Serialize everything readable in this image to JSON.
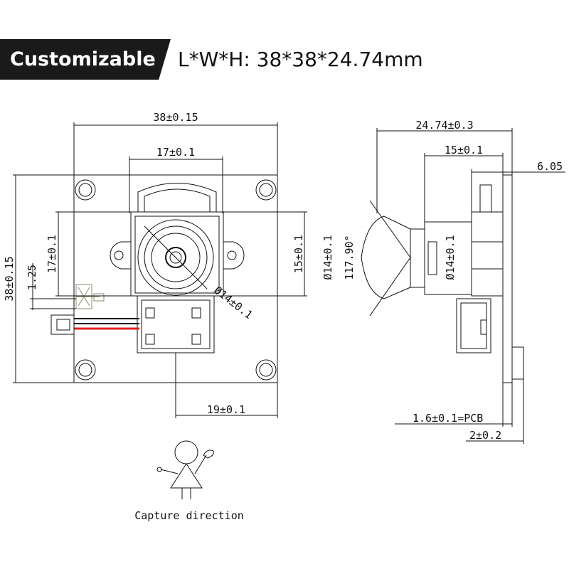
{
  "header": {
    "badge": "Customizable",
    "dimensions": "L*W*H:  38*38*24.74mm"
  },
  "front_view": {
    "width_label": "38±0.15",
    "lens_width_label": "17±0.1",
    "height_label": "38±0.15",
    "lens_height_label": "17±0.1",
    "offset_label": "1.25",
    "right_height_label": "15±0.1",
    "lens_diameter_label": "Ø14±0.1",
    "bottom_label": "19±0.1"
  },
  "side_view": {
    "depth_label": "24.74±0.3",
    "lens_depth_label": "15±0.1",
    "right_label": "6.05",
    "diameter_left_label": "Ø14±0.1",
    "angle_label": "117.90°",
    "diameter_right_label": "Ø14±0.1",
    "pcb_label": "1.6±0.1=PCB",
    "back_label": "2±0.2"
  },
  "capture": {
    "caption": "Capture direction"
  },
  "colors": {
    "banner": "#1a1a1a",
    "wire_red": "#e02020",
    "line": "#111111"
  }
}
